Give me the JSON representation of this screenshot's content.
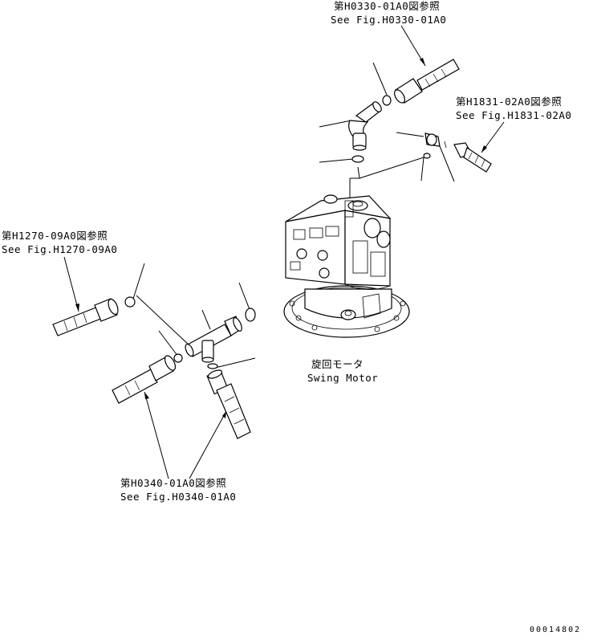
{
  "callouts": {
    "top_right_jp": "第H0330-01A0図参照",
    "top_right_en": "See Fig.H0330-01A0",
    "right_jp": "第H1831-02A0図参照",
    "right_en": "See Fig.H1831-02A0",
    "left_jp": "第H1270-09A0図参照",
    "left_en": "See Fig.H1270-09A0",
    "bottom_jp": "第H0340-01A0図参照",
    "bottom_en": "See Fig.H0340-01A0"
  },
  "motor_label": {
    "jp": "旋回モータ",
    "en": "Swing Motor"
  },
  "drawing_number": "00014802"
}
